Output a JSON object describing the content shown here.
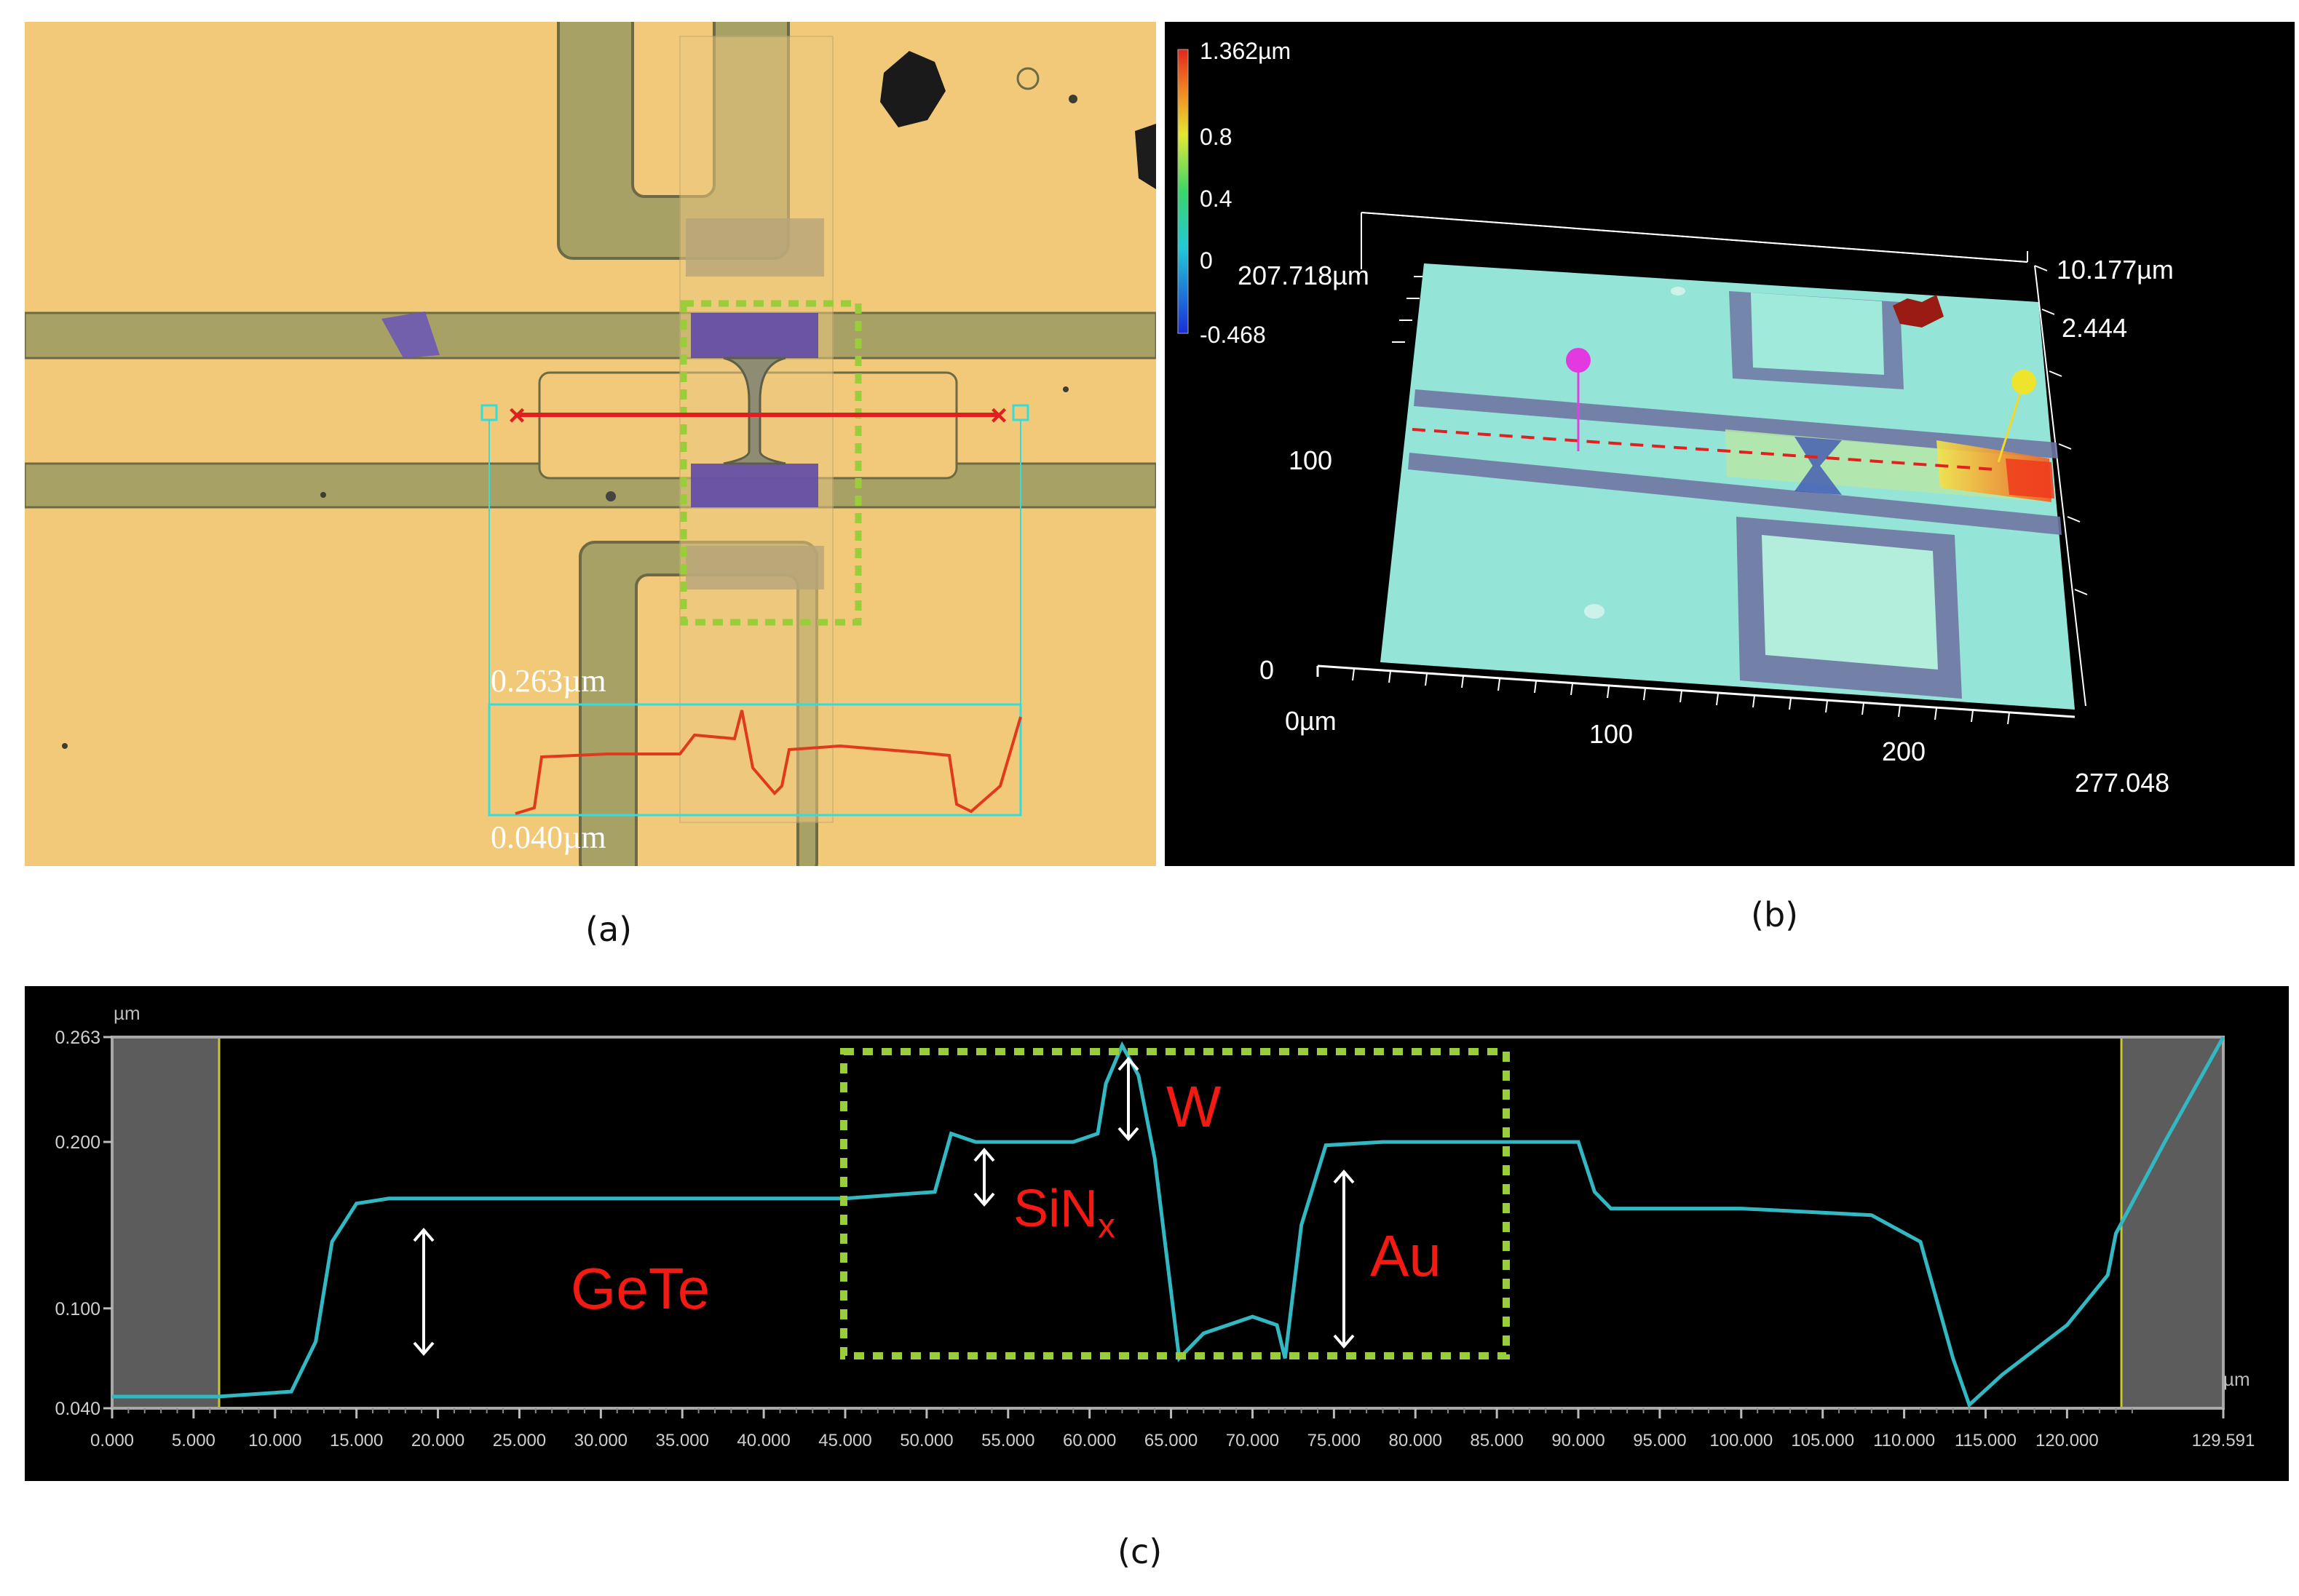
{
  "captions": {
    "a": "(a)",
    "b": "(b)",
    "c": "(c)"
  },
  "panel_a": {
    "profile_max": "0.263µm",
    "profile_min": "0.040µm"
  },
  "panel_b": {
    "colorbar_ticks": [
      "1.362µm",
      "0.8",
      "0.4",
      "0",
      "-0.468"
    ],
    "y_extent": "207.718µm",
    "y_mid": "100",
    "y_zero": "0",
    "z_top": "10.177µm",
    "z_level": "2.444",
    "x_start": "0µm",
    "x_ticks": [
      "100",
      "200"
    ],
    "x_extent": "277.048"
  },
  "panel_c": {
    "y_unit": "µm",
    "x_unit": "µm",
    "y_ticks": [
      "0.263",
      "0.200",
      "0.100",
      "0.040"
    ],
    "x_ticks": [
      "0.000",
      "5.000",
      "10.000",
      "15.000",
      "20.000",
      "25.000",
      "30.000",
      "35.000",
      "40.000",
      "45.000",
      "50.000",
      "55.000",
      "60.000",
      "65.000",
      "70.000",
      "75.000",
      "80.000",
      "85.000",
      "90.000",
      "95.000",
      "100.000",
      "105.000",
      "110.000",
      "115.000",
      "120.000",
      "129.591"
    ],
    "labels": {
      "gete": "GeTe",
      "sinx_base": "SiN",
      "sinx_sub": "x",
      "w": "W",
      "au": "Au"
    }
  },
  "chart_data": {
    "type": "line",
    "xlabel": "µm",
    "ylabel": "µm",
    "xlim": [
      0,
      129.591
    ],
    "ylim": [
      0.04,
      0.263
    ],
    "x": [
      0,
      6.5,
      11,
      12.5,
      13.5,
      15,
      17,
      25,
      35,
      45,
      50.5,
      51.5,
      53,
      56,
      59,
      60.5,
      61,
      62,
      63,
      64,
      65.5,
      67,
      70,
      71.5,
      72,
      73,
      74.5,
      78,
      85,
      90,
      91,
      92,
      100,
      108,
      111,
      113,
      114,
      116,
      120,
      122.5,
      123,
      126,
      129.591
    ],
    "series": [
      {
        "values": [
          0.047,
          0.047,
          0.05,
          0.08,
          0.14,
          0.163,
          0.166,
          0.166,
          0.166,
          0.166,
          0.17,
          0.205,
          0.2,
          0.2,
          0.2,
          0.205,
          0.235,
          0.258,
          0.24,
          0.19,
          0.07,
          0.085,
          0.095,
          0.09,
          0.07,
          0.15,
          0.198,
          0.2,
          0.2,
          0.2,
          0.17,
          0.16,
          0.16,
          0.156,
          0.14,
          0.07,
          0.042,
          0.06,
          0.09,
          0.12,
          0.145,
          0.2,
          0.263
        ]
      }
    ]
  }
}
